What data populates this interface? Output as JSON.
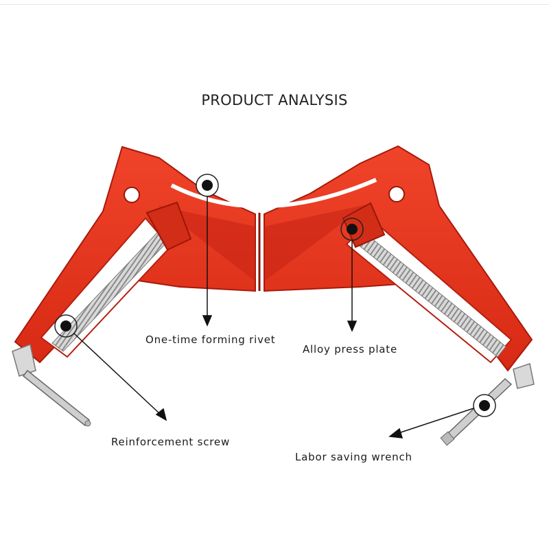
{
  "title": "PRODUCT ANALYSIS",
  "labels": {
    "rivet": "One-time forming rivet",
    "plate": "Alloy press plate",
    "screw": "Reinforcement screw",
    "wrench": "Labor saving wrench"
  },
  "colors": {
    "clamp_red": "#e8341c",
    "clamp_shadow": "#b51f10",
    "steel": "#c8c8c8"
  }
}
